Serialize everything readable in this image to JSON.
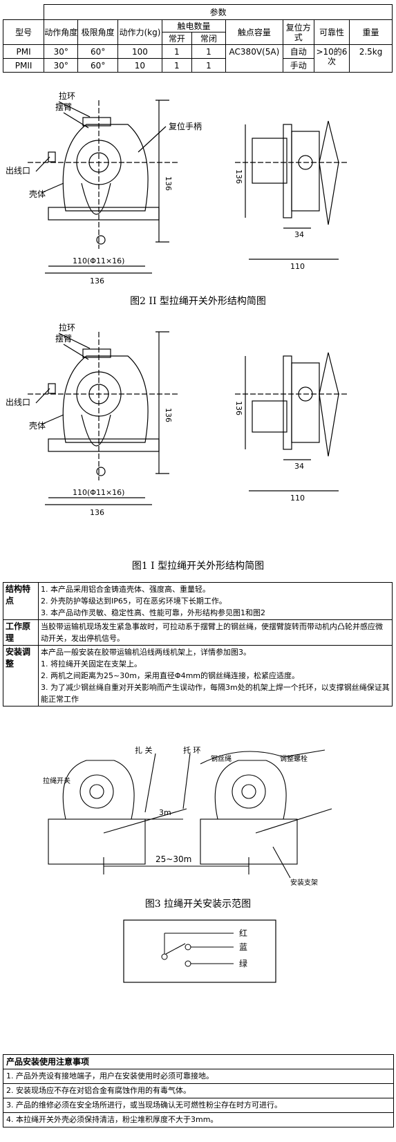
{
  "spec_table": {
    "group_header": "参数",
    "headers": [
      "型号",
      "动作角度",
      "极限角度",
      "动作力(kg)",
      "触电数量",
      "触点容量",
      "复位方式",
      "可靠性",
      "重量"
    ],
    "contact_sub": [
      "常开",
      "常闭"
    ],
    "rows": [
      [
        "PMI",
        "30°",
        "60°",
        "100",
        "1",
        "1"
      ],
      [
        "PMII",
        "30°",
        "60°",
        "10",
        "1",
        "1"
      ]
    ],
    "capacity": "AC380V(5A)",
    "reset": [
      "自动",
      "手动"
    ],
    "reliability": ">10的6次",
    "weight": "2.5kg"
  },
  "figure2": {
    "caption": "图2 II 型拉绳开关外形结构简图",
    "labels": {
      "ring": "拉环",
      "arm": "摆臂",
      "reset_handle": "复位手柄",
      "outlet": "出线口",
      "shell": "壳体"
    },
    "dims": {
      "height": "136",
      "w1": "110(Φ11×16)",
      "w2": "136",
      "side_h": "136",
      "side_34": "34",
      "side_w": "110"
    }
  },
  "figure1": {
    "caption": "图1 I 型拉绳开关外形结构简图",
    "labels": {
      "ring": "拉环",
      "arm": "摆臂",
      "outlet": "出线口",
      "shell": "壳体"
    },
    "dims": {
      "height": "136",
      "w1": "110(Φ11×16)",
      "w2": "136",
      "side_h": "136",
      "side_34": "34",
      "side_w": "110"
    }
  },
  "description": [
    {
      "head": "结构特点",
      "lines": [
        "1. 本产品采用铝合金铸造壳体、强度高、重量轻。",
        "2. 外壳防护等级达到IP65，可在恶劣环境下长期工作。",
        "3. 本产品动作灵敏、稳定性高、性能可靠，外形结构参见图1和图2"
      ]
    },
    {
      "head": "工作原理",
      "lines": [
        "当胶带运输机现场发生紧急事故时，可拉动系于摆臂上的钢丝绳，使摆臂旋转而带动机内凸轮并感应微动开关，发出停机信号。"
      ]
    },
    {
      "head": "安装调整",
      "lines": [
        "本产品一般安装在胶带运输机沿线两线机架上，详情参加图3。",
        "1. 将拉绳开关固定在支架上。",
        "2. 两机之间距离为25~30m，采用直径Φ4mm的钢丝绳连接，松紧应适度。",
        "3. 为了减少钢丝绳自重对开关影响而产生误动作，每隔3m处的机架上焊一个托环，以支撑钢丝绳保证其能正常工作"
      ]
    }
  ],
  "figure3": {
    "caption": "图3 拉绳开关安装示范图",
    "labels": {
      "tie": "扎 关",
      "ring": "托 环",
      "rope": "钢丝绳",
      "screw": "调整螺栓",
      "switch": "拉绳开关",
      "dist3": "3m",
      "dist": "25~30m",
      "bracket": "安装支架"
    }
  },
  "wiring": {
    "red": "红",
    "blue": "蓝",
    "green": "绿"
  },
  "notes": {
    "title": "产品安装使用注意事项",
    "items": [
      "1. 产品外壳设有接地端子，用户在安装使用时必须可靠接地。",
      "2. 安装现场应不存在对铝合金有腐蚀作用的有毒气体。",
      "3. 产品的维修必须在安全场所进行，或当现场确认无可燃性粉尘存在时方可进行。",
      "4. 本拉绳开关外壳必须保持清洁，粉尘堆积厚度不大于3mm。"
    ]
  }
}
